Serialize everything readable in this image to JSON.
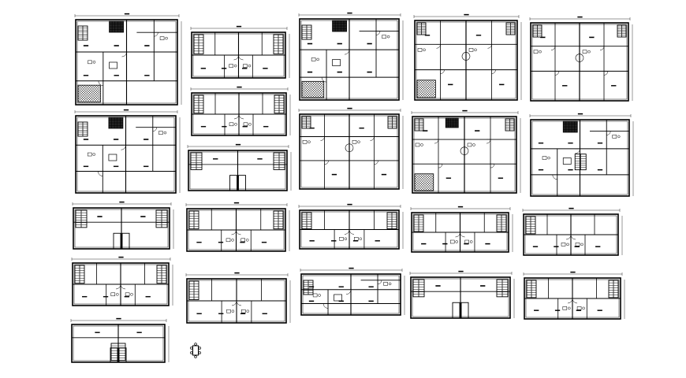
{
  "drawing": {
    "background": "#ffffff",
    "line_color": "#000000",
    "plans": [
      {
        "id": "A1",
        "kind": "apartment",
        "stair": "left",
        "hatch": "bottom-left",
        "dark": "top-center"
      },
      {
        "id": "A2",
        "kind": "wide",
        "stair": "both"
      },
      {
        "id": "A3",
        "kind": "apartment",
        "stair": "left",
        "hatch": "bottom-left",
        "dark": "top-center"
      },
      {
        "id": "A4",
        "kind": "twin",
        "stair": "both",
        "hatch": "bottom-left"
      },
      {
        "id": "A5",
        "kind": "twin",
        "stair": "both"
      },
      {
        "id": "B1",
        "kind": "wide",
        "stair": "both"
      },
      {
        "id": "C1",
        "kind": "apartment",
        "stair": "left",
        "dark": "top-center"
      },
      {
        "id": "C2",
        "kind": "stair-core",
        "stair": "both"
      },
      {
        "id": "C3",
        "kind": "twin",
        "stair": "both"
      },
      {
        "id": "C4",
        "kind": "twin",
        "stair": "both",
        "hatch": "bottom-left",
        "dark": "top-center"
      },
      {
        "id": "C5",
        "kind": "apartment",
        "stair": "center",
        "dark": "top-center"
      },
      {
        "id": "D1",
        "kind": "stair-core",
        "stair": "both"
      },
      {
        "id": "D2",
        "kind": "wide",
        "stair": "both"
      },
      {
        "id": "D3",
        "kind": "wide",
        "stair": "both"
      },
      {
        "id": "D4",
        "kind": "wide",
        "stair": "both"
      },
      {
        "id": "D5",
        "kind": "wide",
        "stair": "left"
      },
      {
        "id": "E1",
        "kind": "wide",
        "stair": "both"
      },
      {
        "id": "E2",
        "kind": "wide",
        "stair": "left"
      },
      {
        "id": "E3",
        "kind": "apartment",
        "stair": "left"
      },
      {
        "id": "E4",
        "kind": "stair-core",
        "stair": "both"
      },
      {
        "id": "E5",
        "kind": "wide",
        "stair": "both"
      },
      {
        "id": "F1",
        "kind": "stair-core",
        "stair": "center"
      }
    ],
    "symbol": {
      "name": "dining-table-symbol"
    }
  }
}
